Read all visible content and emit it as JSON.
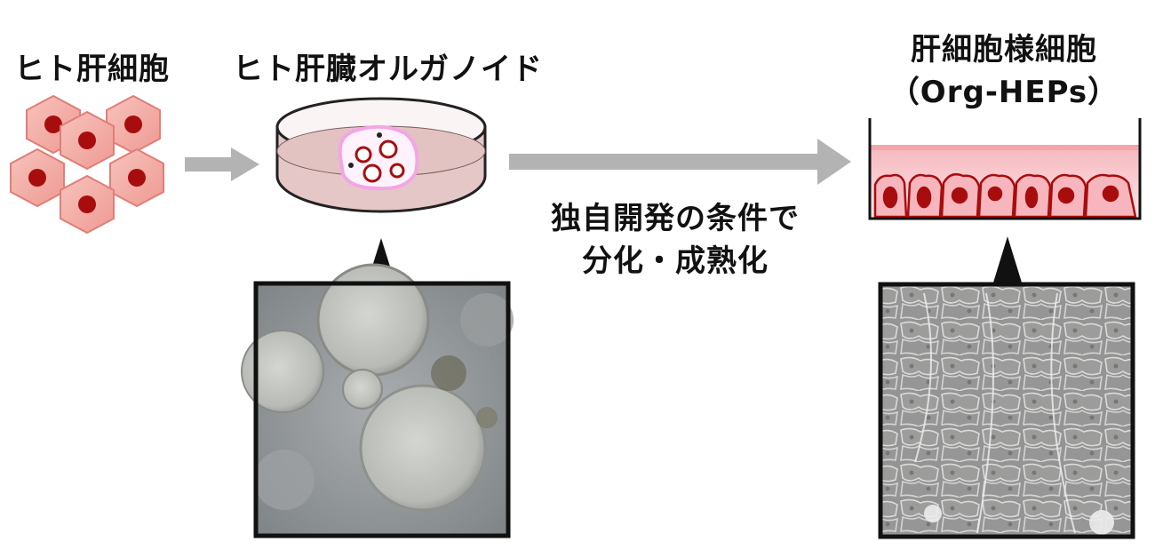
{
  "stage1": {
    "title": "ヒト肝細胞"
  },
  "stage2": {
    "title": "ヒト肝臓オルガノイド"
  },
  "stage3": {
    "title_line1": "肝細胞様細胞",
    "title_line2": "（Org-HEPs）"
  },
  "process": {
    "line1": "独自開発の条件で",
    "line2": "分化・成熟化"
  },
  "colors": {
    "cell_fill": "#f0a8a0",
    "cell_edge": "#e07e77",
    "nucleus": "#a80d0d",
    "arrow": "#b3b3b3",
    "dish_medium": "#e6c7c7",
    "organoid_outline": "#f2a6e6",
    "well_medium": "#f7c9cf",
    "photo_frame": "#111111"
  },
  "icons": [
    "hepatocyte-cluster-icon",
    "petri-dish-icon",
    "culture-well-icon",
    "pointer-triangle-icon"
  ]
}
